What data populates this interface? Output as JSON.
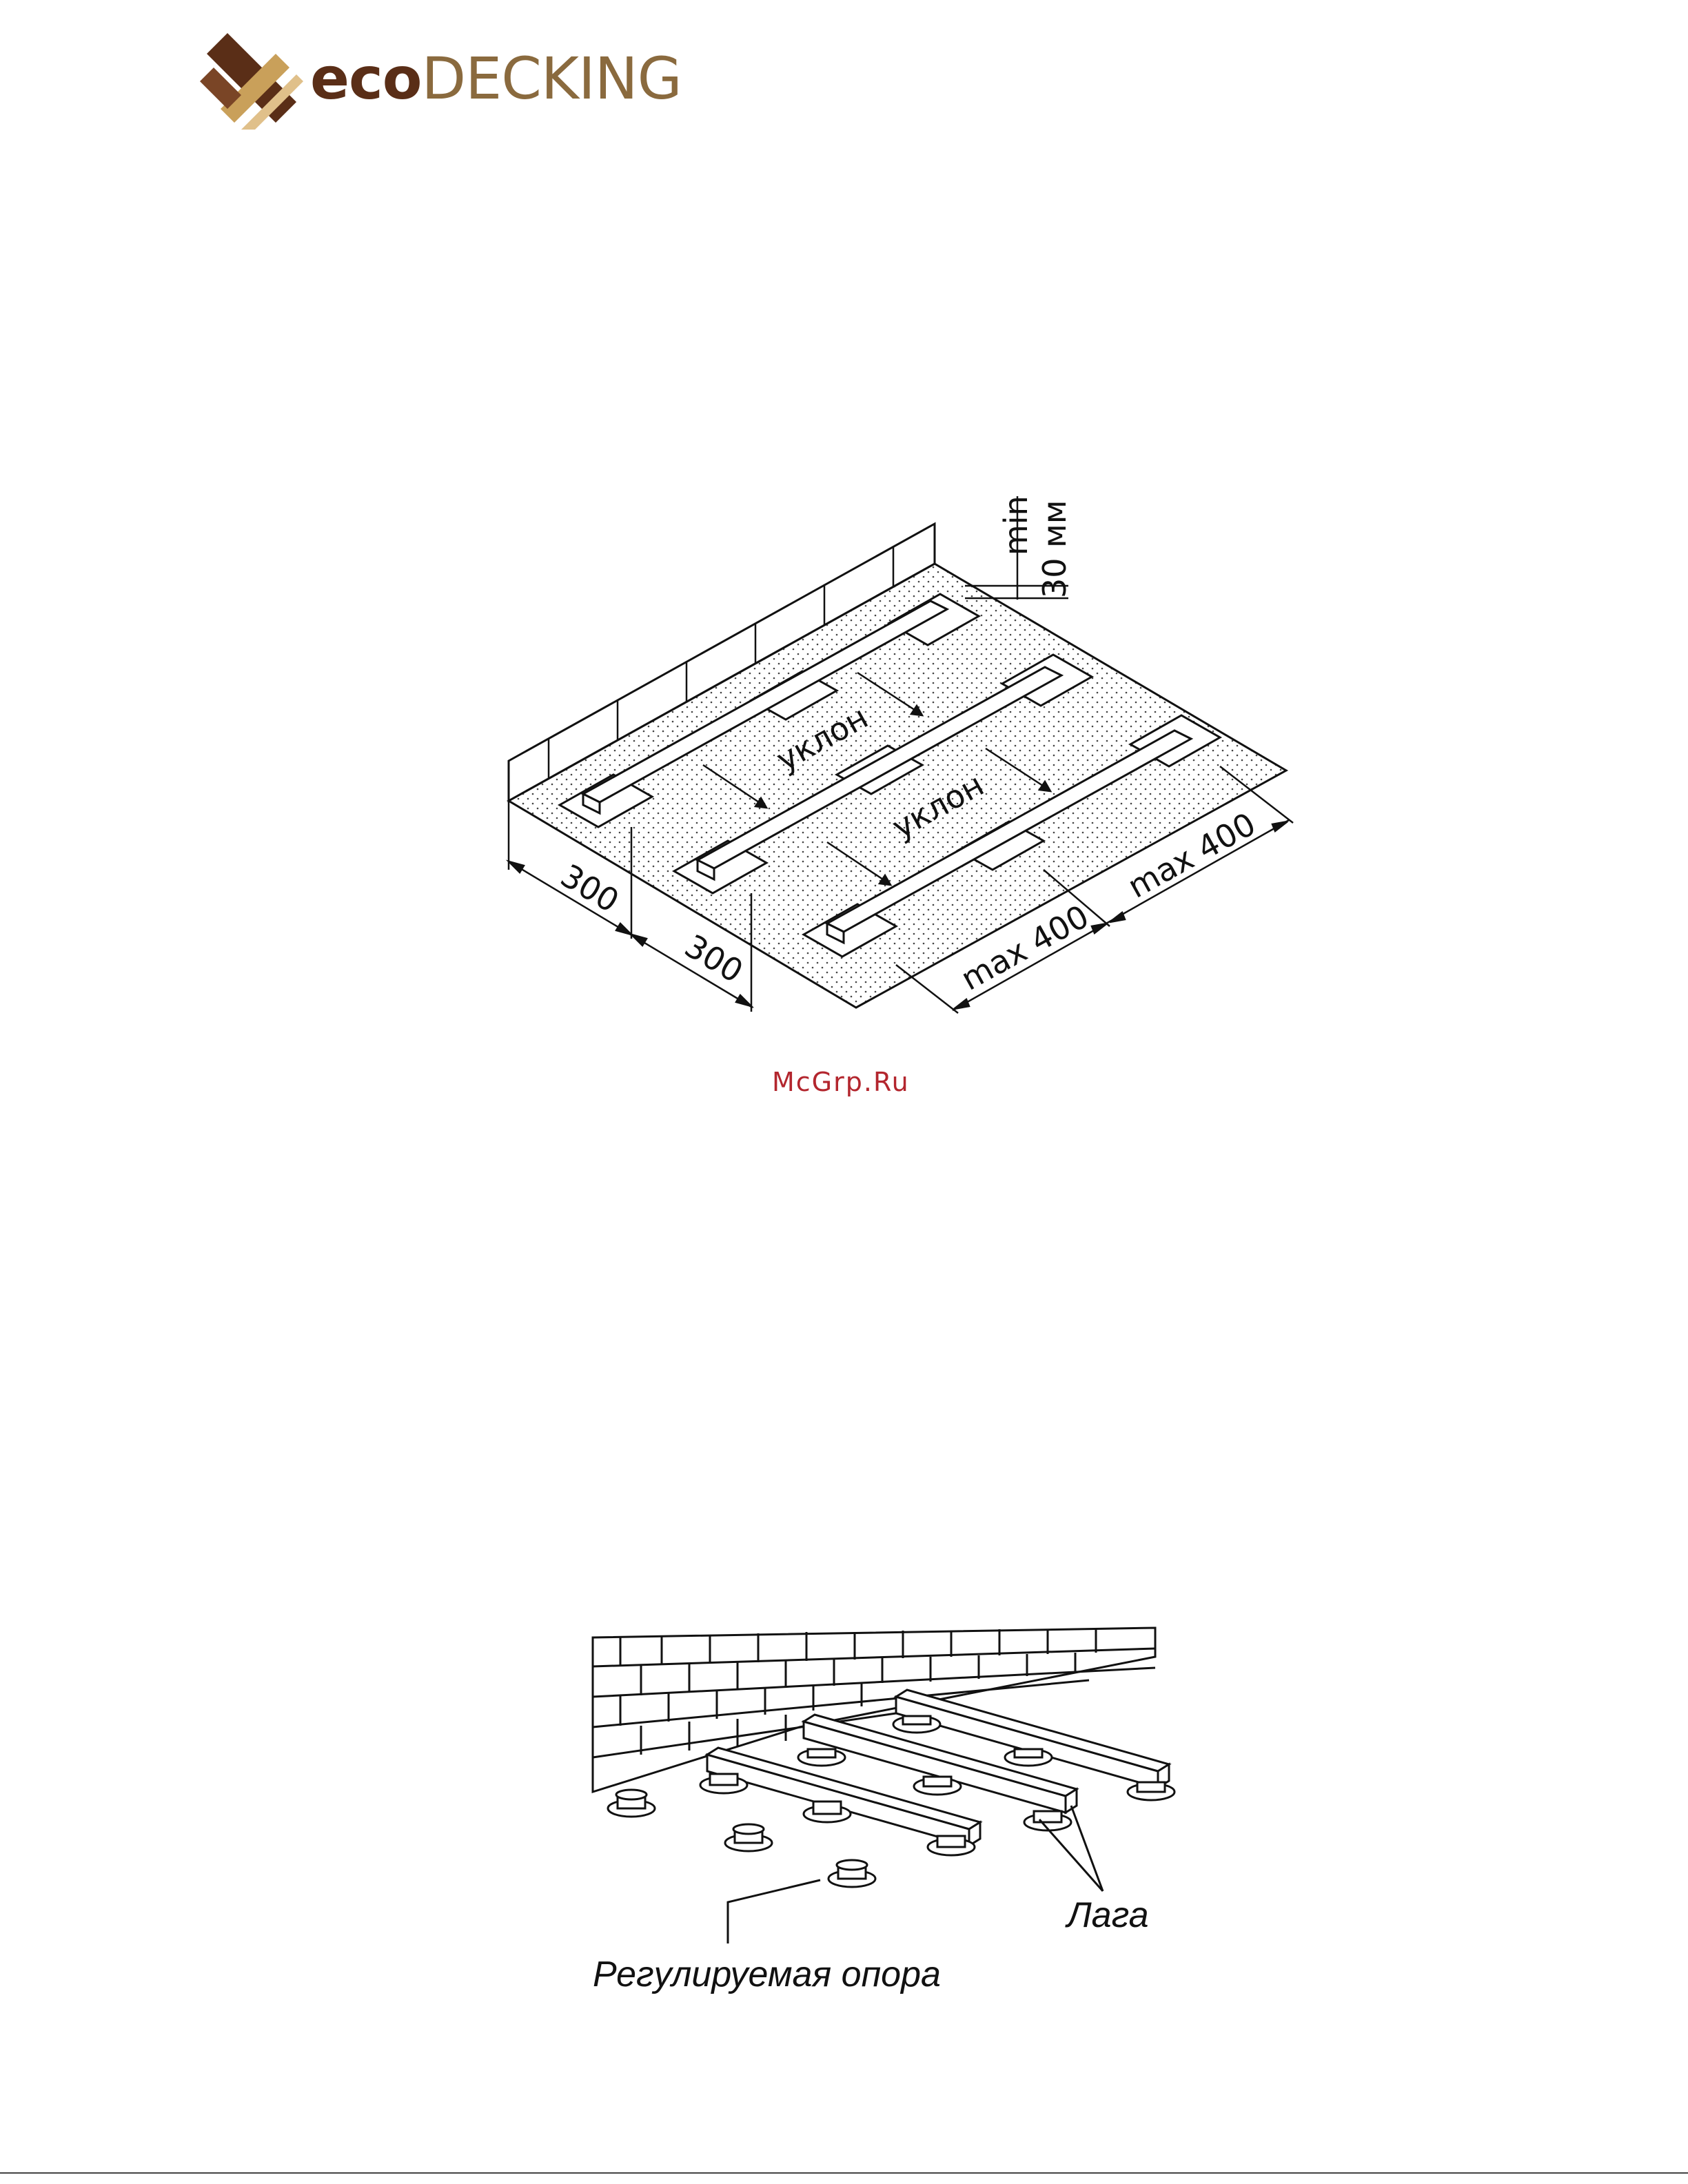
{
  "brand": {
    "name_part1": "eco",
    "name_part2": "DECKING",
    "colors": {
      "dark": "#5a2e17",
      "gold": "#c9a05a",
      "tan": "#8a6a3e"
    }
  },
  "diagram1": {
    "height_label_1": "min",
    "height_label_2": "30 мм",
    "slope_label_1": "уклон",
    "slope_label_2": "уклон",
    "dim_300_1": "300",
    "dim_300_2": "300",
    "dim_max_1": "max 400",
    "dim_max_2": "max 400"
  },
  "watermark": "McGrp.Ru",
  "diagram2": {
    "joist_label": "Лага",
    "support_label": "Регулируемая опора"
  }
}
